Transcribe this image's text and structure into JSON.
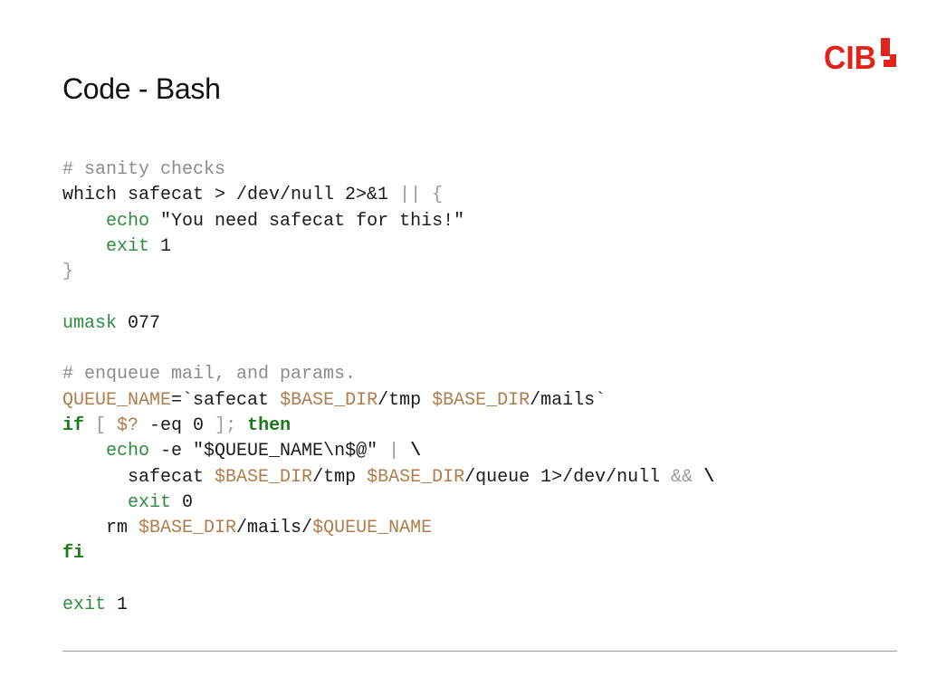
{
  "slide": {
    "title": "Code - Bash",
    "logo_text": "CIB"
  },
  "colors": {
    "brand_red": "#e2231a",
    "comment": "#8c8c8c",
    "builtin": "#2e8b3f",
    "keyword": "#1a7a1a",
    "variable": "#b07d4a"
  },
  "code_lines": [
    [
      {
        "t": "# sanity checks",
        "c": "comment"
      }
    ],
    [
      {
        "t": "which safecat > /dev/null 2>&1 ",
        "c": "plain"
      },
      {
        "t": "|| {",
        "c": "op"
      }
    ],
    [
      {
        "t": "    ",
        "c": "plain"
      },
      {
        "t": "echo",
        "c": "builtin"
      },
      {
        "t": " \"You need safecat for this!\"",
        "c": "plain"
      }
    ],
    [
      {
        "t": "    ",
        "c": "plain"
      },
      {
        "t": "exit",
        "c": "builtin"
      },
      {
        "t": " 1",
        "c": "plain"
      }
    ],
    [
      {
        "t": "}",
        "c": "op"
      }
    ],
    [],
    [
      {
        "t": "umask",
        "c": "builtin"
      },
      {
        "t": " 077",
        "c": "plain"
      }
    ],
    [],
    [
      {
        "t": "# enqueue mail, and params.",
        "c": "comment"
      }
    ],
    [
      {
        "t": "QUEUE_NAME",
        "c": "var"
      },
      {
        "t": "=`safecat ",
        "c": "plain"
      },
      {
        "t": "$BASE_DIR",
        "c": "var"
      },
      {
        "t": "/tmp ",
        "c": "plain"
      },
      {
        "t": "$BASE_DIR",
        "c": "var"
      },
      {
        "t": "/mails`",
        "c": "plain"
      }
    ],
    [
      {
        "t": "if",
        "c": "keyword"
      },
      {
        "t": " [ ",
        "c": "op"
      },
      {
        "t": "$?",
        "c": "var"
      },
      {
        "t": " -eq 0 ",
        "c": "plain"
      },
      {
        "t": "];",
        "c": "op"
      },
      {
        "t": " ",
        "c": "plain"
      },
      {
        "t": "then",
        "c": "keyword"
      }
    ],
    [
      {
        "t": "    ",
        "c": "plain"
      },
      {
        "t": "echo",
        "c": "builtin"
      },
      {
        "t": " -e \"$QUEUE_NAME\\n$@\" ",
        "c": "plain"
      },
      {
        "t": "|",
        "c": "op"
      },
      {
        "t": " ",
        "c": "plain"
      },
      {
        "t": "\\",
        "c": "bold"
      }
    ],
    [
      {
        "t": "      safecat ",
        "c": "plain"
      },
      {
        "t": "$BASE_DIR",
        "c": "var"
      },
      {
        "t": "/tmp ",
        "c": "plain"
      },
      {
        "t": "$BASE_DIR",
        "c": "var"
      },
      {
        "t": "/queue 1>/dev/null ",
        "c": "plain"
      },
      {
        "t": "&&",
        "c": "op"
      },
      {
        "t": " ",
        "c": "plain"
      },
      {
        "t": "\\",
        "c": "bold"
      }
    ],
    [
      {
        "t": "      ",
        "c": "plain"
      },
      {
        "t": "exit",
        "c": "builtin"
      },
      {
        "t": " 0",
        "c": "plain"
      }
    ],
    [
      {
        "t": "    rm ",
        "c": "plain"
      },
      {
        "t": "$BASE_DIR",
        "c": "var"
      },
      {
        "t": "/mails/",
        "c": "plain"
      },
      {
        "t": "$QUEUE_NAME",
        "c": "var"
      }
    ],
    [
      {
        "t": "fi",
        "c": "keyword"
      }
    ],
    [],
    [
      {
        "t": "exit",
        "c": "builtin"
      },
      {
        "t": " 1",
        "c": "plain"
      }
    ]
  ]
}
